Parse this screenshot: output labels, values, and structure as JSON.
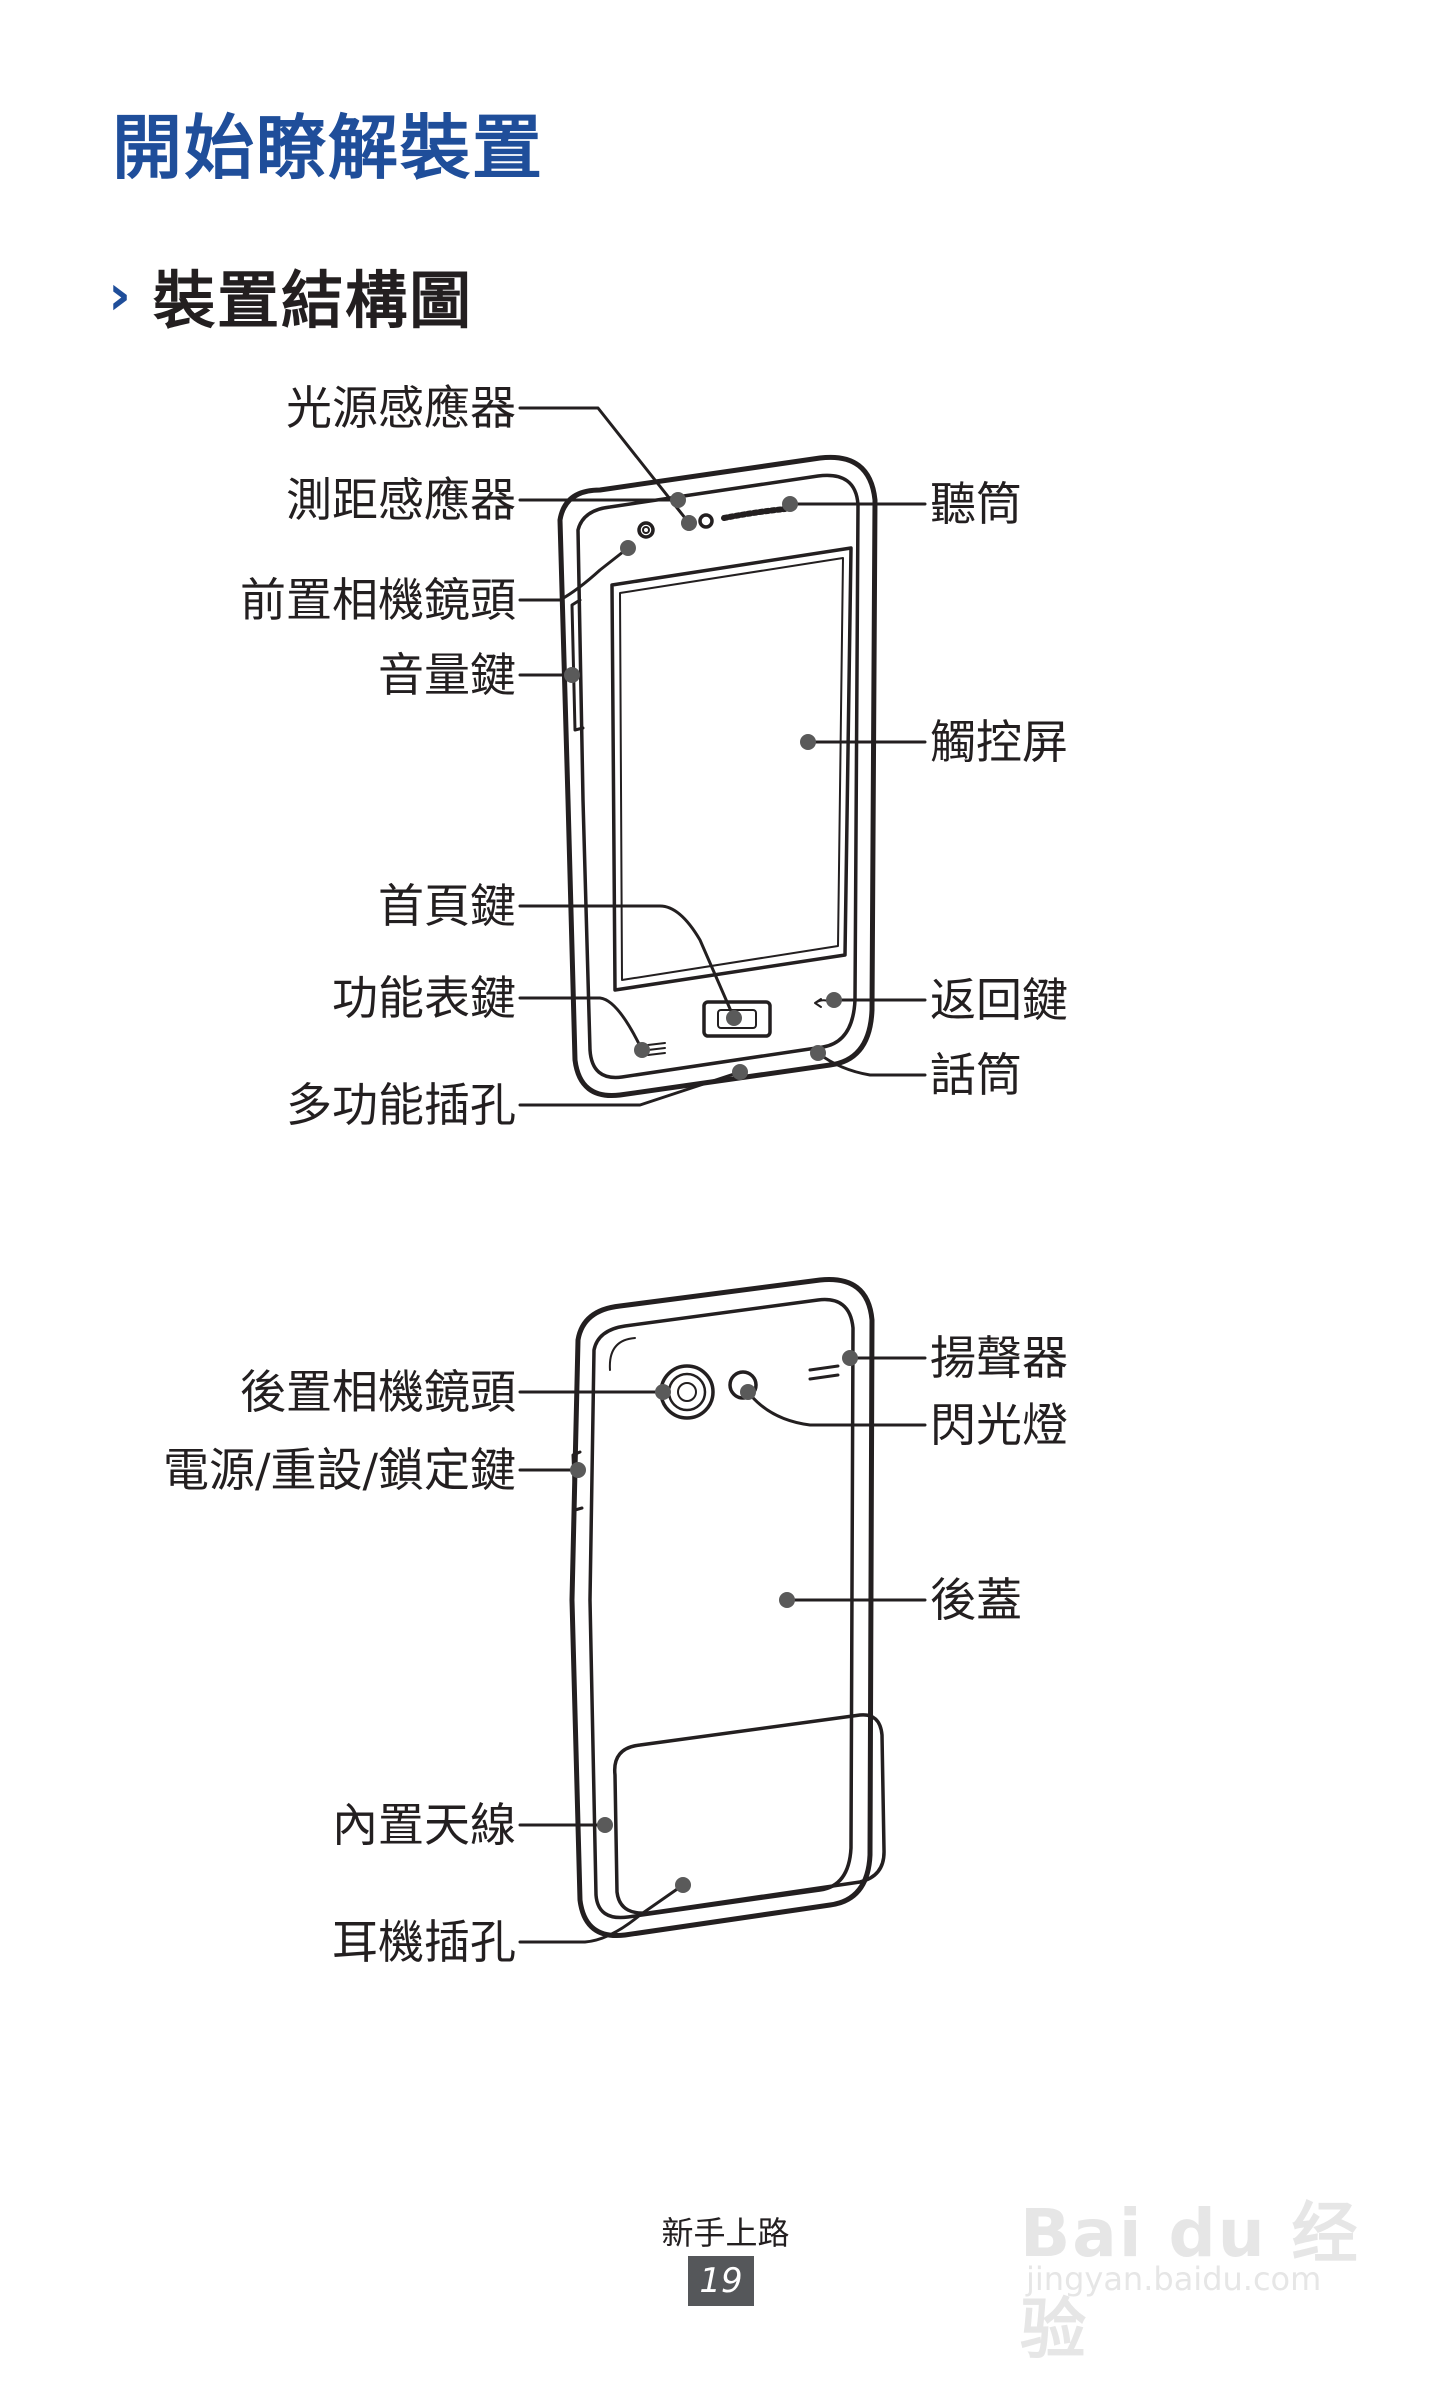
{
  "page": {
    "title": "開始瞭解裝置",
    "section_marker": "›",
    "section_title": "裝置結構圖"
  },
  "front_labels": {
    "light_sensor": "光源感應器",
    "proximity_sensor": "測距感應器",
    "front_camera": "前置相機鏡頭",
    "volume_key": "音量鍵",
    "home_key": "首頁鍵",
    "menu_key": "功能表鍵",
    "multipurpose_jack": "多功能插孔",
    "earpiece": "聽筒",
    "touch_screen": "觸控屏",
    "back_key": "返回鍵",
    "microphone": "話筒"
  },
  "back_labels": {
    "rear_camera": "後置相機鏡頭",
    "power_key": "電源/重設/鎖定鍵",
    "internal_antenna": "內置天線",
    "headset_jack": "耳機插孔",
    "speaker": "揚聲器",
    "flash": "閃光燈",
    "back_cover": "後蓋"
  },
  "footer": {
    "chapter": "新手上路",
    "page_number": "19"
  },
  "watermark": {
    "brand": "Bai du 经验",
    "url": "jingyan.baidu.com"
  }
}
